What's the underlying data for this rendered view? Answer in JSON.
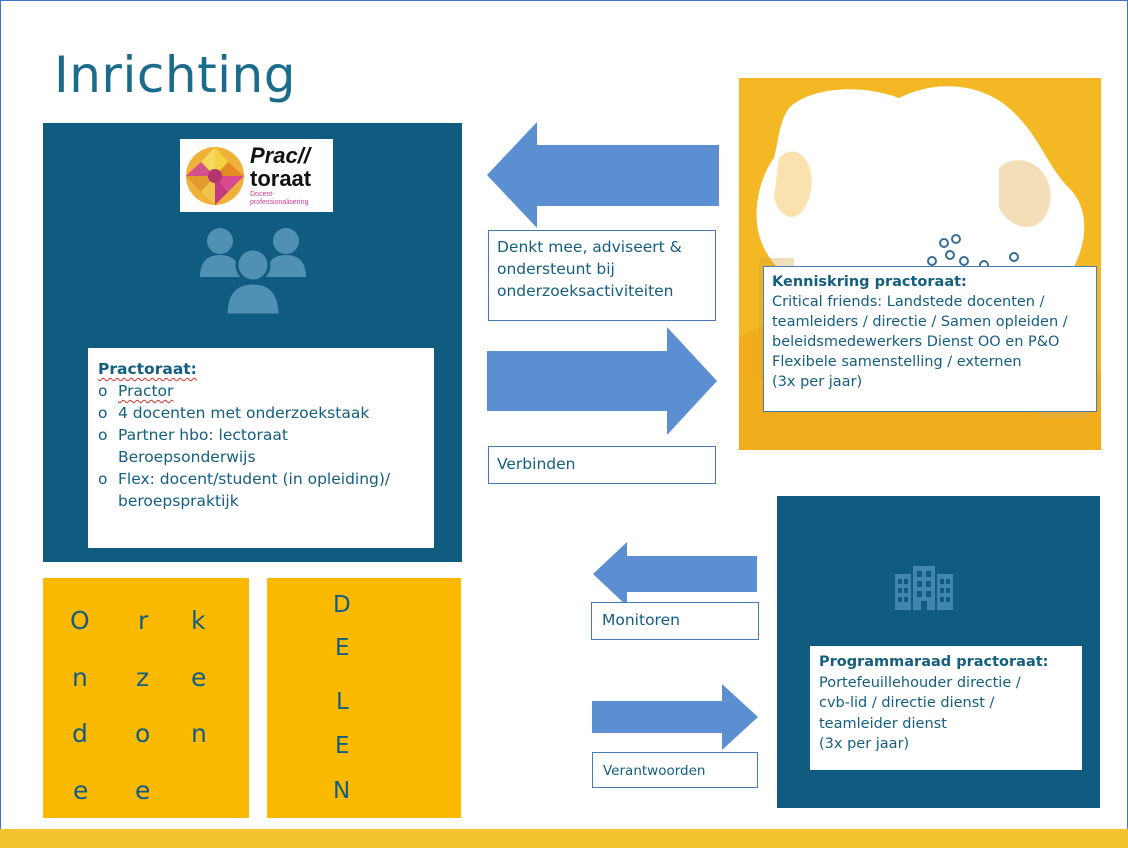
{
  "title": "Inrichting",
  "logo": {
    "line1": "Prac//",
    "line2": "toraat",
    "line3": "Docent-professionalisering"
  },
  "practoraat": {
    "heading": "Practoraat:",
    "items": [
      "Practor",
      "4 docenten met onderzoekstaak",
      "Partner hbo: lectoraat Beroepsonderwijs",
      "Flex: docent/student (in opleiding)/ beroepspraktijk"
    ]
  },
  "kenniskring": {
    "heading": "Kenniskring practoraat:",
    "lines": [
      "Critical friends: Landstede docenten /",
      "teamleiders / directie / Samen opleiden /",
      "beleidsmedewerkers Dienst OO en P&O",
      "Flexibele samenstelling / externen",
      "(3x per jaar)"
    ]
  },
  "programmaraad": {
    "heading": "Programmaraad practoraat:",
    "lines": [
      "Portefeuillehouder directie /",
      "cvb-lid / directie dienst /",
      "teamleider dienst",
      "(3x per jaar)"
    ]
  },
  "labels": {
    "denkt": "Denkt mee, adviseert & ondersteunt bij onderzoeksactiviteiten",
    "verbinden": "Verbinden",
    "monitoren": "Monitoren",
    "verantwoorden": "Verantwoorden"
  },
  "onderzoeken": {
    "col1": [
      "O",
      "n",
      "d",
      "e"
    ],
    "col2": [
      "r",
      "z",
      "o",
      "e"
    ],
    "col3": [
      "k",
      "e",
      "n"
    ]
  },
  "delen": [
    "D",
    "E",
    "L",
    "E",
    "N"
  ],
  "colors": {
    "navy": "#105b80",
    "yellow": "#fbb900",
    "arrow": "#5b8fd1",
    "text": "#145e80"
  },
  "icons": [
    "people-group-icon",
    "building-icon",
    "map-pin-icon"
  ]
}
